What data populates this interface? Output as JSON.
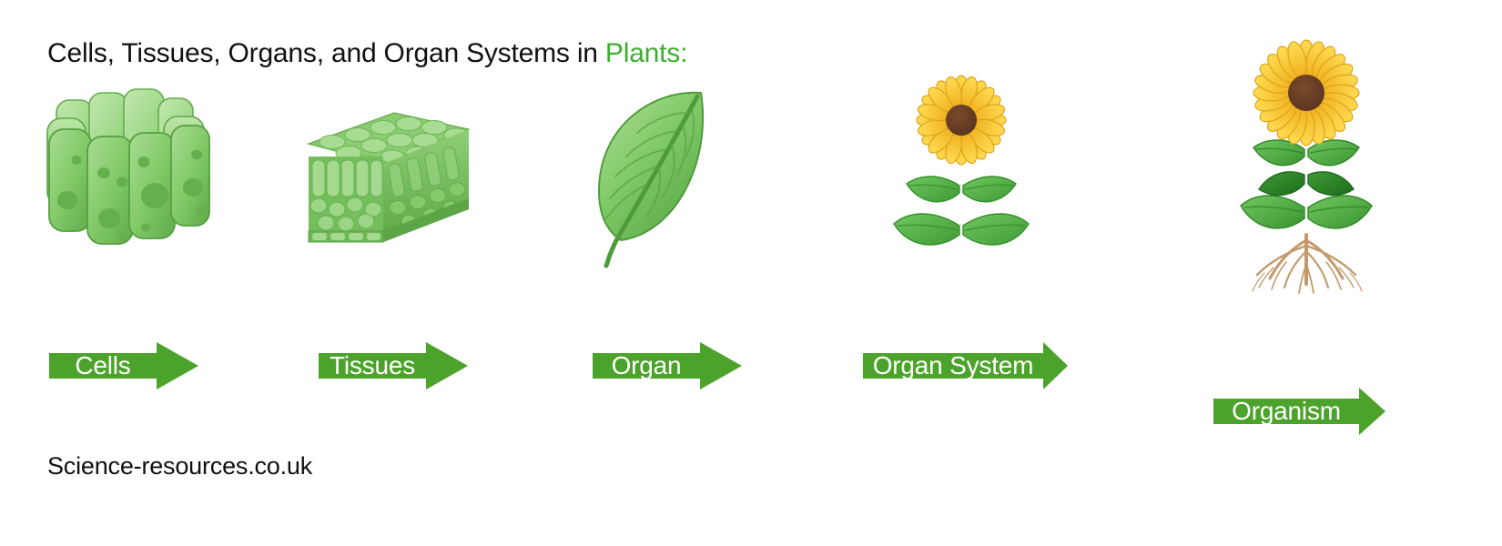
{
  "page": {
    "background_color": "#ffffff",
    "accent_green": "#3DAF2F",
    "arrow_green": "#4CA32B",
    "text_color": "#111111"
  },
  "header": {
    "title_main": "Cells, Tissues, Organs, and Organ Systems in ",
    "title_accent": "Plants:"
  },
  "footer": {
    "credit": "Science-resources.co.uk"
  },
  "stages": [
    {
      "label": "Cells",
      "illustration": "plant-cells-cluster-illustration",
      "arrow_color": "#4CA32B"
    },
    {
      "label": "Tissues",
      "illustration": "leaf-tissue-cross-section-illustration",
      "arrow_color": "#4CA32B"
    },
    {
      "label": "Organ",
      "illustration": "green-leaf-illustration",
      "arrow_color": "#4CA32B"
    },
    {
      "label": "Organ System",
      "illustration": "sunflower-plant-illustration",
      "arrow_color": "#4CA32B"
    },
    {
      "label": "Organism",
      "illustration": "sunflower-plant-with-roots-illustration",
      "arrow_color": "#4CA32B"
    }
  ]
}
